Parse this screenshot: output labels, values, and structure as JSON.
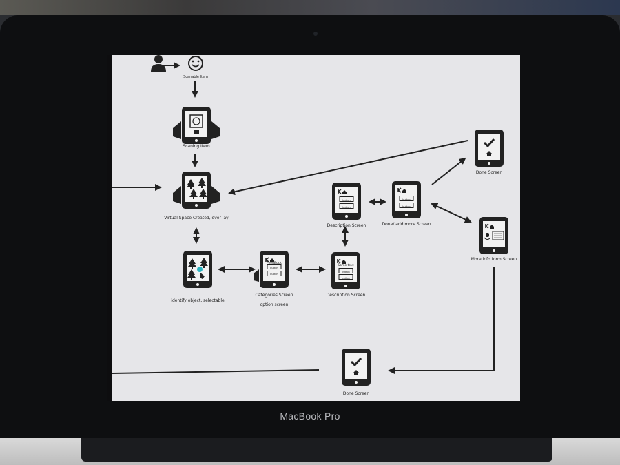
{
  "device": {
    "brand": "MacBook Pro"
  },
  "nodes": {
    "scannable_item": "Scanable Item",
    "scanning_item": "Scaning Item",
    "virtual_space": "Virtual Space Created, over lay",
    "identify_object": "identify object, selectable",
    "categories_screen": "Categories Screen",
    "option_screen": "option screen",
    "description_screen_top": "Description Screen",
    "description_screen_bottom": "Description Screen",
    "done_add_more": "Done/ add more Screen",
    "done_screen_top": "Done Screen",
    "more_info_form": "More info form Screen",
    "done_screen_bottom": "Done Screen"
  },
  "screen_text": {
    "feedback": "FeedBock",
    "button": "button",
    "some_text": "Some text"
  },
  "colors": {
    "ink": "#222222",
    "highlight": "#2bb3c0",
    "screen_bg": "#e6e6e9"
  }
}
